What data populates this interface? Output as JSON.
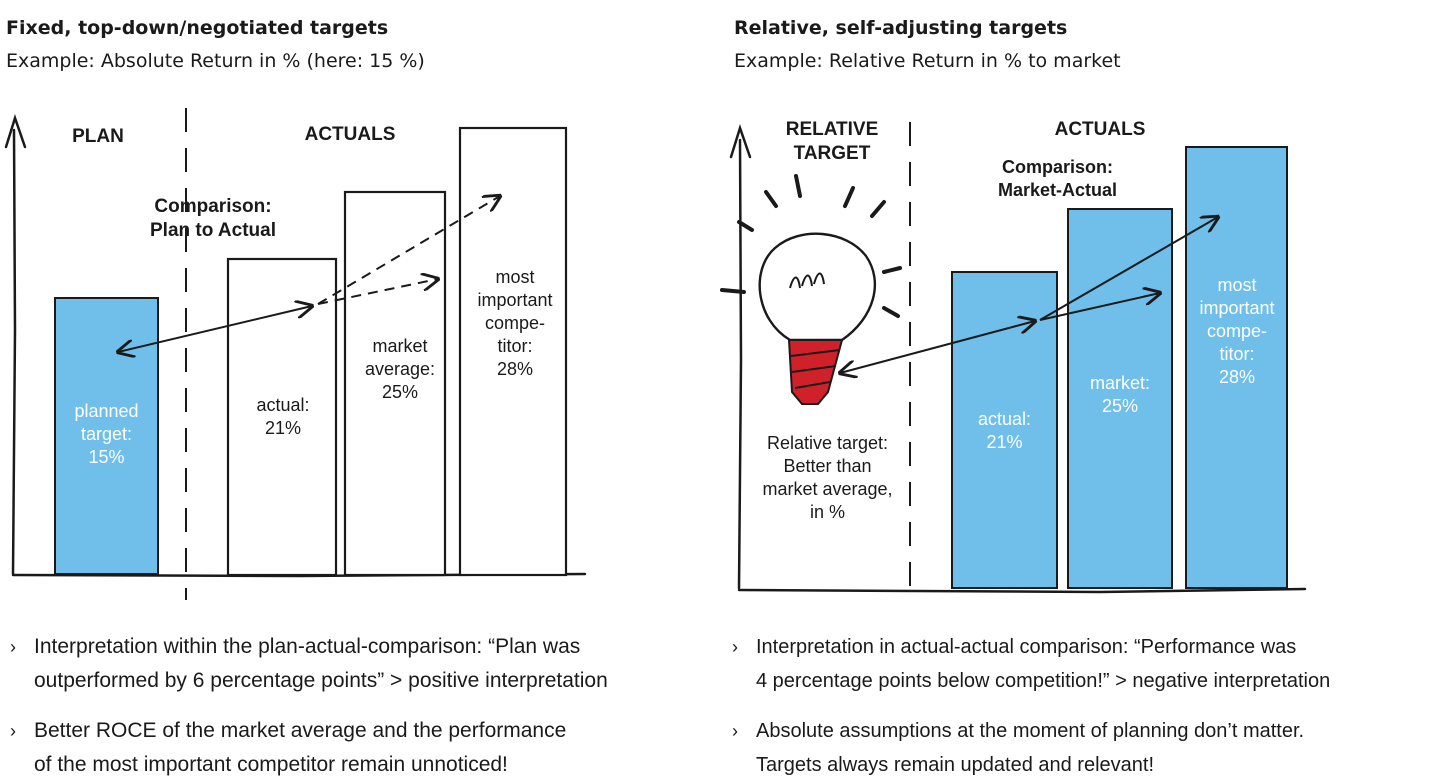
{
  "left": {
    "title": "Fixed, top-down/negotiated targets",
    "subtitle": "Example: Absolute Return in % (here: 15 %)",
    "plan_header": "PLAN",
    "actuals_header": "ACTUALS",
    "comparison_label": [
      "Comparison:",
      "Plan to Actual"
    ],
    "bars": [
      {
        "label": [
          "planned",
          "target:",
          "15%"
        ],
        "value": 15
      },
      {
        "label": [
          "actual:",
          "21%"
        ],
        "value": 21
      },
      {
        "label": [
          "market",
          "average:",
          "25%"
        ],
        "value": 25
      },
      {
        "label": [
          "most",
          "important",
          "compe-",
          "titor:",
          "28%"
        ],
        "value": 28
      }
    ],
    "bullets": [
      [
        "Interpretation within the plan-actual-comparison: “Plan was",
        "outperformed by 6 percentage points” > positive interpretation"
      ],
      [
        "Better ROCE of the market average and the performance",
        "of the most important competitor remain unnoticed!"
      ]
    ]
  },
  "right": {
    "title": "Relative, self-adjusting targets",
    "subtitle": "Example: Relative Return in % to market",
    "target_header": [
      "RELATIVE",
      "TARGET"
    ],
    "actuals_header": "ACTUALS",
    "comparison_label": [
      "Comparison:",
      "Market-Actual"
    ],
    "relative_note": [
      "Relative target:",
      "Better than",
      "market average,",
      "in %"
    ],
    "bars": [
      {
        "label": [
          "actual:",
          "21%"
        ],
        "value": 21
      },
      {
        "label": [
          "market:",
          "25%"
        ],
        "value": 25
      },
      {
        "label": [
          "most",
          "important",
          "compe-",
          "titor:",
          "28%"
        ],
        "value": 28
      }
    ],
    "bullets": [
      [
        "Interpretation in actual-actual comparison: “Performance was",
        "4 percentage points below competition!” > negative interpretation"
      ],
      [
        "Absolute assumptions at the moment of planning don’t matter.",
        "Targets always remain updated and relevant!"
      ]
    ]
  },
  "bullet_symbol": "›",
  "colors": {
    "bar_blue": "#6fbfea",
    "ink": "#1a1a1a",
    "bulb_red": "#d0212b"
  }
}
